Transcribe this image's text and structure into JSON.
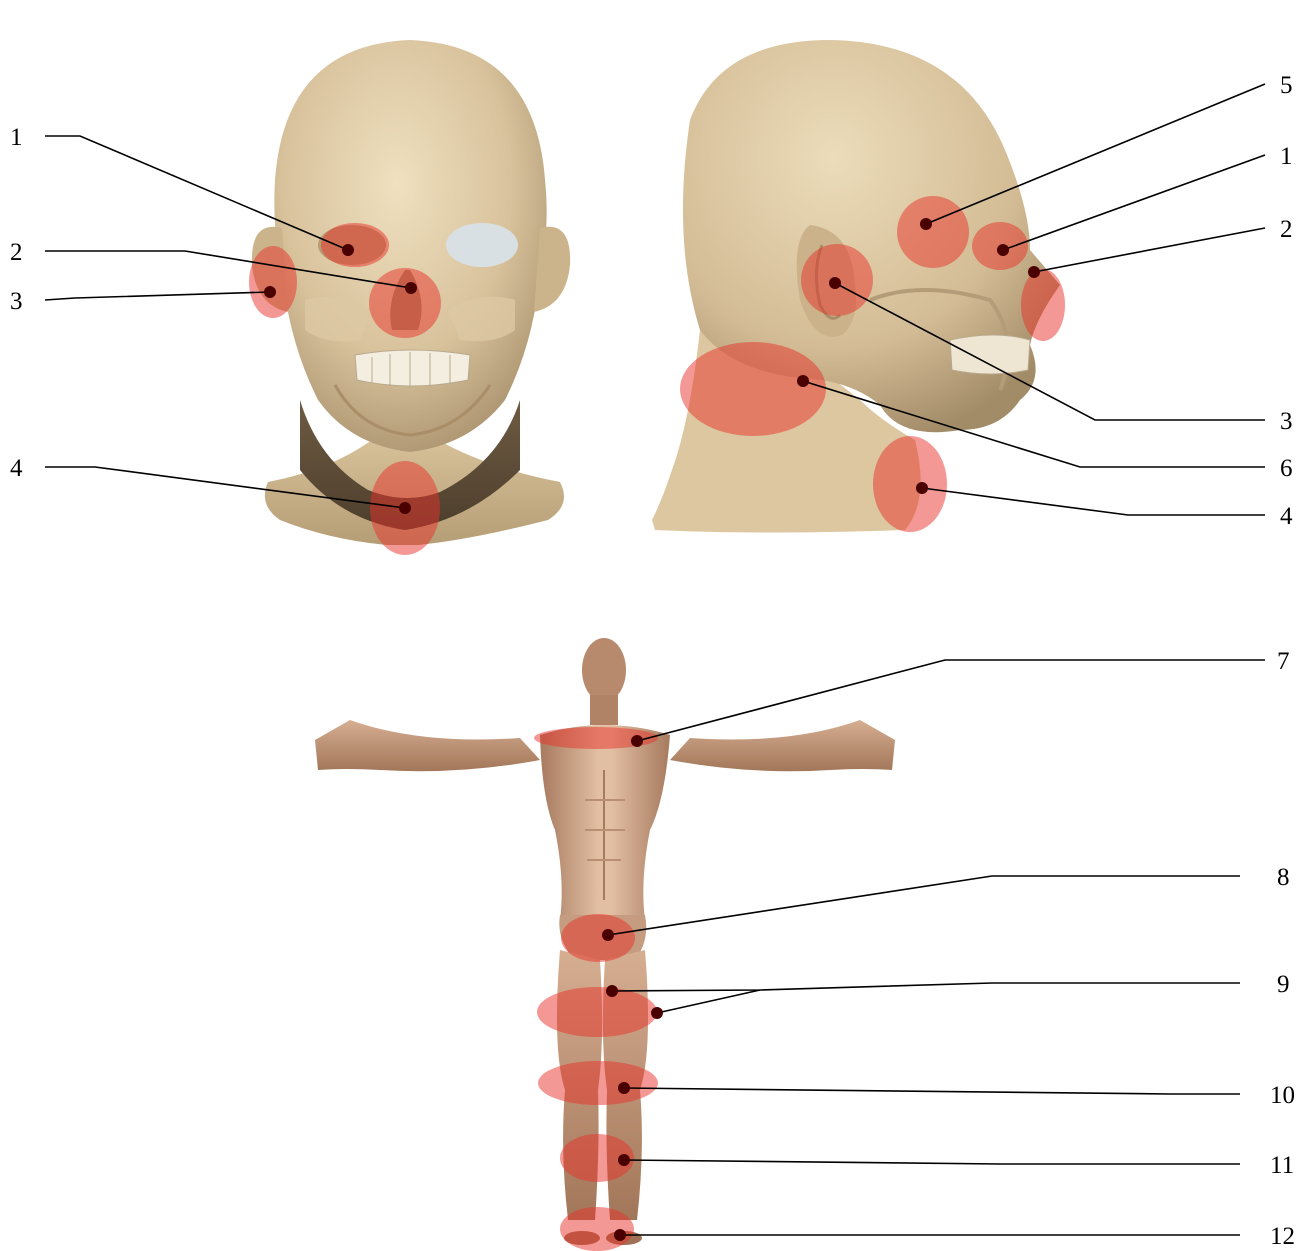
{
  "colors": {
    "skin_light": "#e3cfa8",
    "skin_mid": "#cdb28a",
    "skin_dark": "#8a7558",
    "body_light": "#dcb397",
    "body_dark": "#9a6e55",
    "zone": "#e8322a",
    "dot": "#4a0000",
    "line": "#000000"
  },
  "front_head": {
    "labels": [
      "1",
      "2",
      "3",
      "4"
    ]
  },
  "side_head": {
    "labels": [
      "5",
      "1",
      "2",
      "3",
      "6",
      "4"
    ]
  },
  "full_body": {
    "labels": [
      "7",
      "8",
      "9",
      "10",
      "11",
      "12"
    ]
  }
}
